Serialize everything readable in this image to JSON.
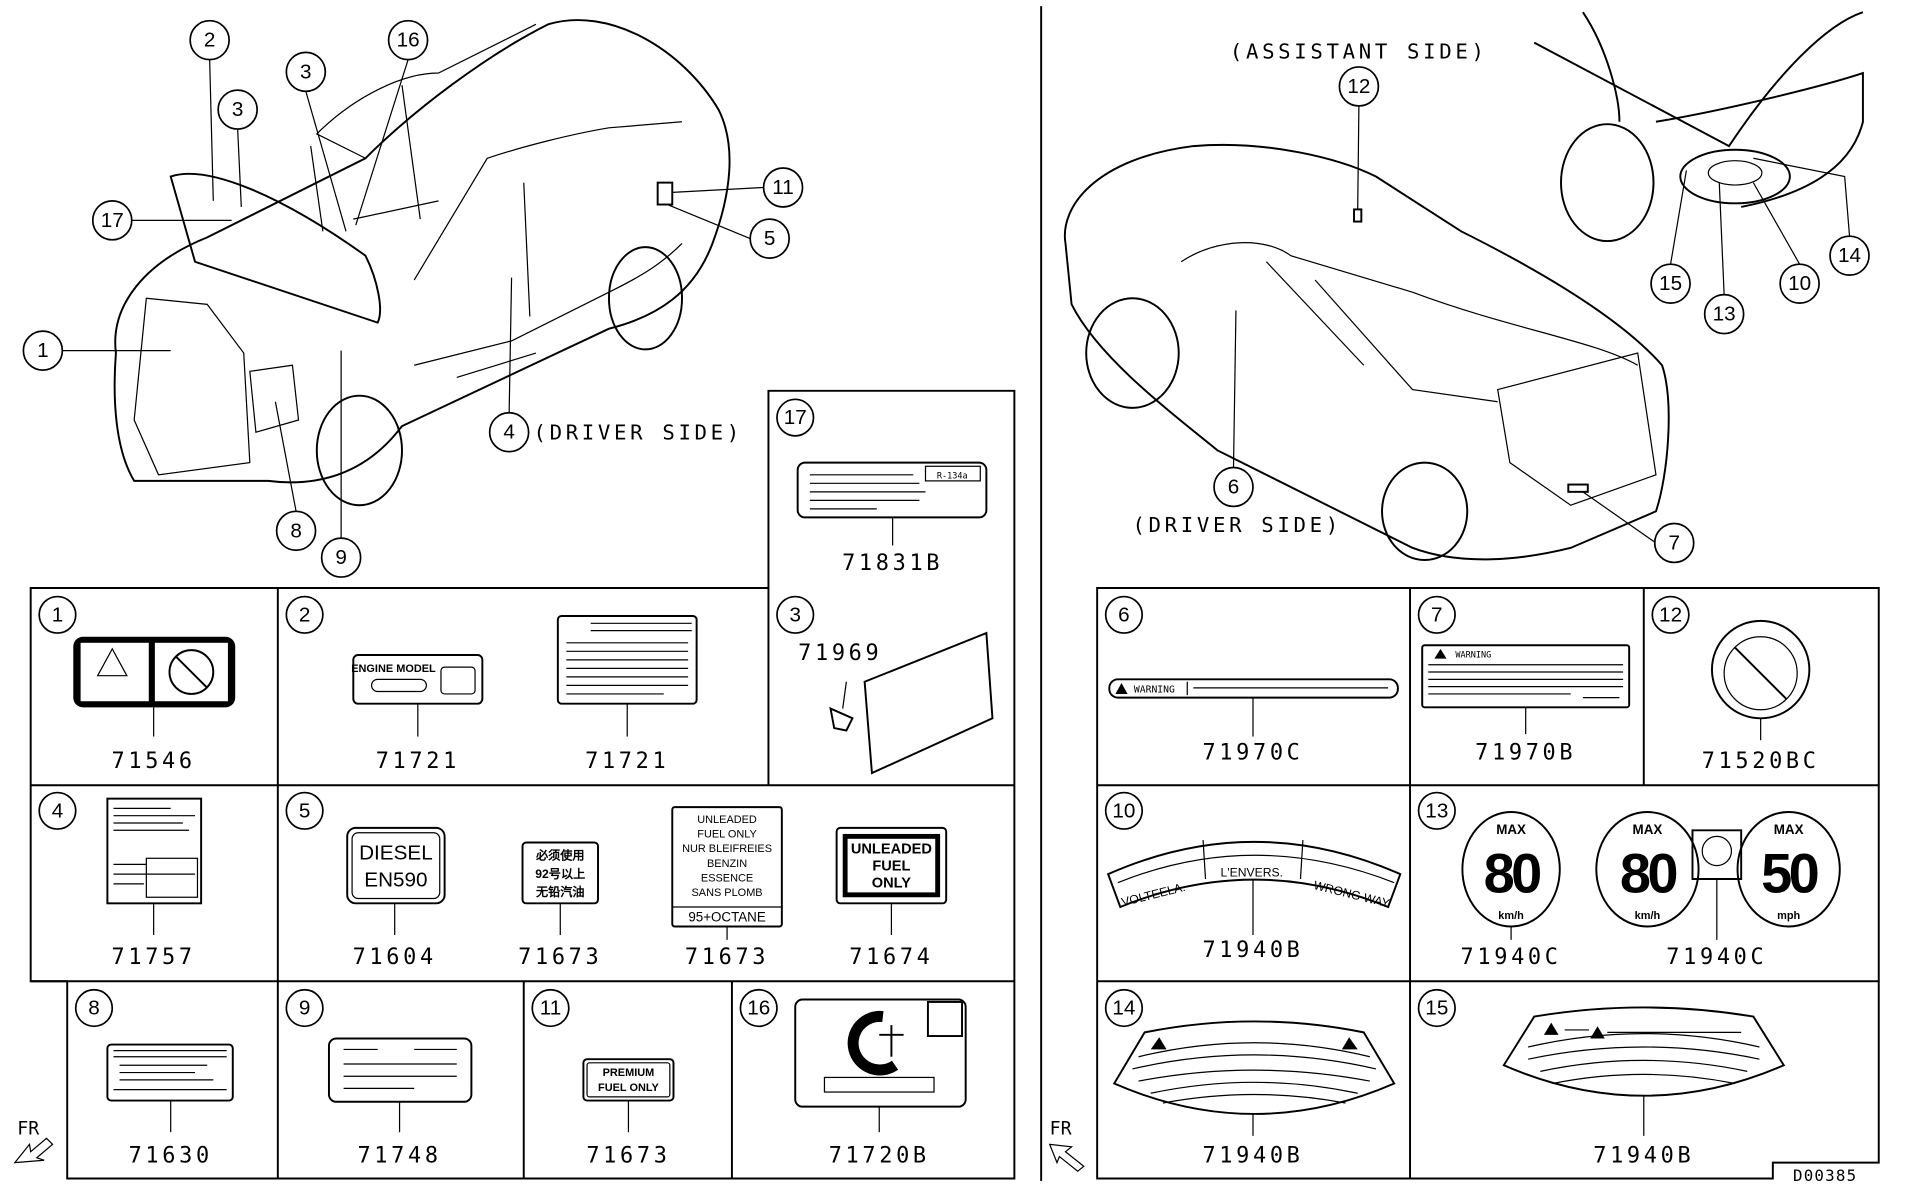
{
  "drawing_id": "D00385",
  "annotations": {
    "assistant_side": "(ASSISTANT SIDE)",
    "driver_side_left": "(DRIVER SIDE)",
    "driver_side_right": "(DRIVER SIDE)",
    "front_left": "FR",
    "front_right": "FR"
  },
  "callouts_left_car": [
    "1",
    "2",
    "3",
    "3",
    "16",
    "17",
    "11",
    "5",
    "8",
    "9",
    "4"
  ],
  "callouts_right_car": [
    "12",
    "6",
    "7",
    "15",
    "13",
    "10",
    "14"
  ],
  "panels": {
    "p1": {
      "callout": "1",
      "parts": [
        "71546"
      ]
    },
    "p2": {
      "callout": "2",
      "parts": [
        "71721",
        "71721"
      ],
      "texts": [
        "ENGINE MODEL"
      ]
    },
    "p3": {
      "callout": "3",
      "parts": [
        "71969"
      ]
    },
    "p17": {
      "callout": "17",
      "parts": [
        "71831B"
      ],
      "texts": [
        "R-134a"
      ]
    },
    "p4": {
      "callout": "4",
      "parts": [
        "71757"
      ]
    },
    "p5": {
      "callout": "5",
      "parts": [
        "71604",
        "71673",
        "71673",
        "71674"
      ],
      "texts": [
        "DIESEL",
        "EN590",
        "必须使用",
        "92号以上",
        "无铅汽油",
        "UNLEADED",
        "FUEL ONLY",
        "NUR BLEIFREIES",
        "BENZIN",
        "ESSENCE",
        "SANS PLOMB",
        "95+OCTANE",
        "UNLEADED",
        "FUEL",
        "ONLY"
      ]
    },
    "p8": {
      "callout": "8",
      "parts": [
        "71630"
      ]
    },
    "p9": {
      "callout": "9",
      "parts": [
        "71748"
      ]
    },
    "p11": {
      "callout": "11",
      "parts": [
        "71673"
      ],
      "texts": [
        "PREMIUM",
        "FUEL ONLY"
      ]
    },
    "p16": {
      "callout": "16",
      "parts": [
        "71720B"
      ]
    },
    "p6": {
      "callout": "6",
      "parts": [
        "71970C"
      ],
      "texts": [
        "WARNING"
      ]
    },
    "p7": {
      "callout": "7",
      "parts": [
        "71970B"
      ],
      "texts": [
        "WARNING"
      ]
    },
    "p12": {
      "callout": "12",
      "parts": [
        "71520BC"
      ]
    },
    "p10": {
      "callout": "10",
      "parts": [
        "71940B"
      ],
      "texts": [
        "VOLTEELA.",
        "L'ENVERS.",
        "WRONG WAY."
      ]
    },
    "p13": {
      "callout": "13",
      "parts": [
        "71940C",
        "71940C"
      ],
      "texts": [
        "MAX",
        "80",
        "km/h",
        "MAX",
        "80",
        "km/h",
        "MAX",
        "50",
        "mph"
      ]
    },
    "p14": {
      "callout": "14",
      "parts": [
        "71940B"
      ]
    },
    "p15": {
      "callout": "15",
      "parts": [
        "71940B"
      ]
    }
  }
}
